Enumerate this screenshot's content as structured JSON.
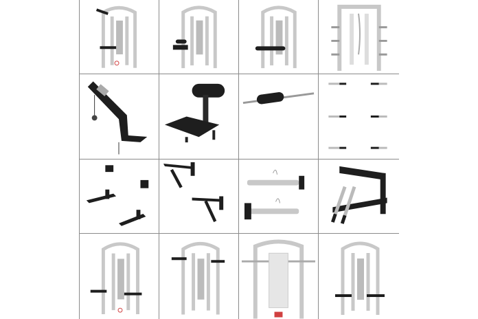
{
  "colors": {
    "frame": "#c8c8c8",
    "frame_dark": "#9a9a9a",
    "part": "#1e1e1e",
    "chrome": "#b8b8b8",
    "grid_line": "#8a8a8a",
    "accent": "#d04040"
  },
  "tiles": [
    {
      "name": "machine-with-lat-arm"
    },
    {
      "name": "machine-with-leg-attachment"
    },
    {
      "name": "machine-with-roller-bar"
    },
    {
      "name": "machine-front-with-pegs"
    },
    {
      "name": "lat-pulldown-arm"
    },
    {
      "name": "leg-developer-seat"
    },
    {
      "name": "roller-pad-bar"
    },
    {
      "name": "weight-storage-pegs"
    },
    {
      "name": "spotter-arms-set"
    },
    {
      "name": "dip-attachment"
    },
    {
      "name": "olympic-bars"
    },
    {
      "name": "landmine-attachment"
    },
    {
      "name": "machine-with-spotter-arms"
    },
    {
      "name": "machine-with-dip-bars"
    },
    {
      "name": "machine-front-with-bench"
    },
    {
      "name": "machine-with-arms-low"
    }
  ]
}
